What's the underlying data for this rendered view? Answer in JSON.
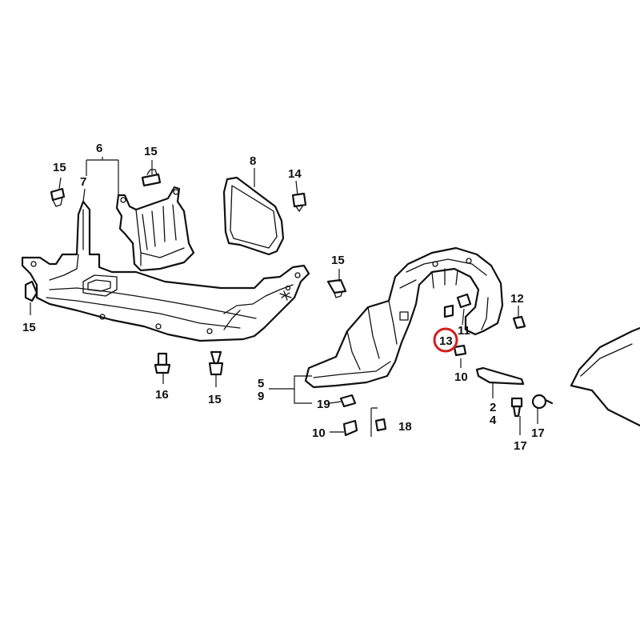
{
  "diagram": {
    "highlight_color": "#d21f1f",
    "labels": {
      "l1": "6",
      "l2": "7",
      "l3": "15",
      "l4": "15",
      "l5": "8",
      "l6": "14",
      "l7": "15",
      "l8": "15",
      "l9": "16",
      "l10": "15",
      "l11": "12",
      "l12": "11",
      "l13": "13",
      "l14": "10",
      "l15": "5",
      "l16": "9",
      "l17": "19",
      "l18": "18",
      "l19": "10",
      "l20": "2",
      "l21": "4",
      "l22": "17",
      "l23": "17",
      "l24": "15"
    }
  }
}
